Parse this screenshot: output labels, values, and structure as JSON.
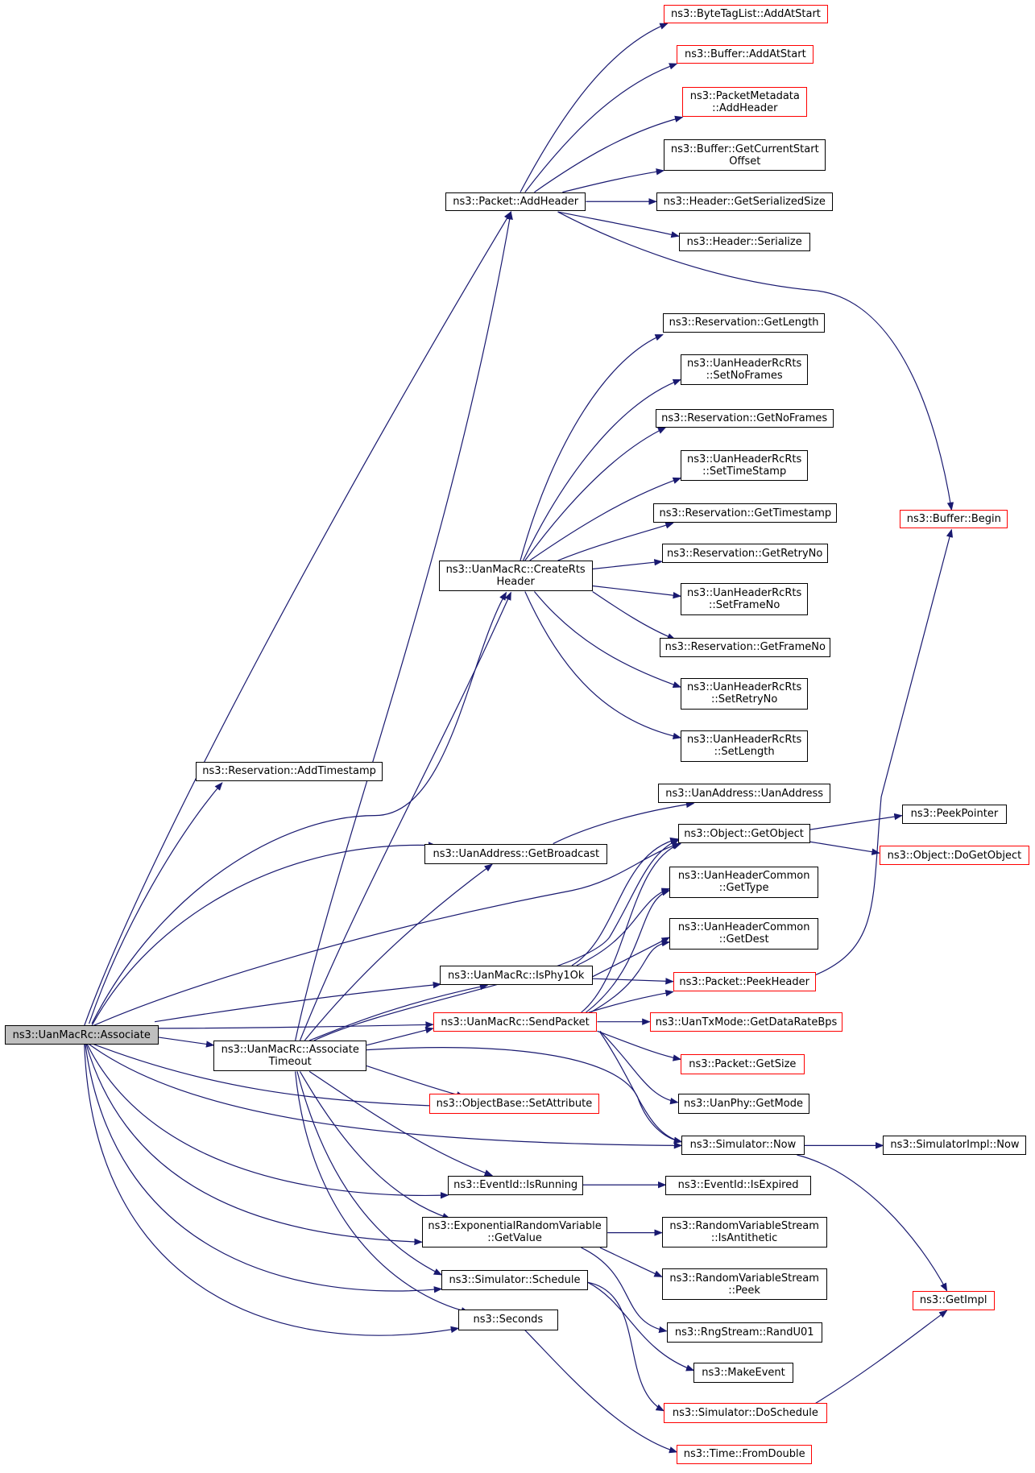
{
  "colors": {
    "edge": "#191970",
    "border": "#000000",
    "red_border": "#ff0000",
    "root_fill": "#bfbfbf"
  },
  "nodes": [
    {
      "id": "root",
      "label": "ns3::UanMacRc::Associate",
      "red": false,
      "root": true
    },
    {
      "id": "addheader",
      "label": "ns3::Packet::AddHeader",
      "red": false
    },
    {
      "id": "btl",
      "label": "ns3::ByteTagList::AddAtStart",
      "red": true
    },
    {
      "id": "bufadd",
      "label": "ns3::Buffer::AddAtStart",
      "red": true
    },
    {
      "id": "pmeta",
      "label": "ns3::PacketMetadata\n::AddHeader",
      "red": true
    },
    {
      "id": "bufcur",
      "label": "ns3::Buffer::GetCurrentStart\nOffset",
      "red": false
    },
    {
      "id": "hgs",
      "label": "ns3::Header::GetSerializedSize",
      "red": false
    },
    {
      "id": "hser",
      "label": "ns3::Header::Serialize",
      "red": false
    },
    {
      "id": "bufbegin",
      "label": "ns3::Buffer::Begin",
      "red": true
    },
    {
      "id": "resglen",
      "label": "ns3::Reservation::GetLength",
      "red": false
    },
    {
      "id": "snf",
      "label": "ns3::UanHeaderRcRts\n::SetNoFrames",
      "red": false
    },
    {
      "id": "gnf",
      "label": "ns3::Reservation::GetNoFrames",
      "red": false
    },
    {
      "id": "sts",
      "label": "ns3::UanHeaderRcRts\n::SetTimeStamp",
      "red": false
    },
    {
      "id": "gts",
      "label": "ns3::Reservation::GetTimestamp",
      "red": false
    },
    {
      "id": "crts",
      "label": "ns3::UanMacRc::CreateRts\nHeader",
      "red": false
    },
    {
      "id": "grn",
      "label": "ns3::Reservation::GetRetryNo",
      "red": false
    },
    {
      "id": "sfn",
      "label": "ns3::UanHeaderRcRts\n::SetFrameNo",
      "red": false
    },
    {
      "id": "gfn",
      "label": "ns3::Reservation::GetFrameNo",
      "red": false
    },
    {
      "id": "srn",
      "label": "ns3::UanHeaderRcRts\n::SetRetryNo",
      "red": false
    },
    {
      "id": "sl",
      "label": "ns3::UanHeaderRcRts\n::SetLength",
      "red": false
    },
    {
      "id": "addts",
      "label": "ns3::Reservation::AddTimestamp",
      "red": false
    },
    {
      "id": "uaddr",
      "label": "ns3::UanAddress::UanAddress",
      "red": false
    },
    {
      "id": "getobj",
      "label": "ns3::Object::GetObject",
      "red": false
    },
    {
      "id": "peekptr",
      "label": "ns3::PeekPointer",
      "red": false
    },
    {
      "id": "dogetobj",
      "label": "ns3::Object::DoGetObject",
      "red": true
    },
    {
      "id": "getbc",
      "label": "ns3::UanAddress::GetBroadcast",
      "red": false
    },
    {
      "id": "gettype",
      "label": "ns3::UanHeaderCommon\n::GetType",
      "red": false
    },
    {
      "id": "getdest",
      "label": "ns3::UanHeaderCommon\n::GetDest",
      "red": false
    },
    {
      "id": "isphy",
      "label": "ns3::UanMacRc::IsPhy1Ok",
      "red": false
    },
    {
      "id": "peekhdr",
      "label": "ns3::Packet::PeekHeader",
      "red": true
    },
    {
      "id": "sendpkt",
      "label": "ns3::UanMacRc::SendPacket",
      "red": true
    },
    {
      "id": "txrate",
      "label": "ns3::UanTxMode::GetDataRateBps",
      "red": true
    },
    {
      "id": "assoc_to",
      "label": "ns3::UanMacRc::Associate\nTimeout",
      "red": false
    },
    {
      "id": "getsize",
      "label": "ns3::Packet::GetSize",
      "red": true
    },
    {
      "id": "setattr",
      "label": "ns3::ObjectBase::SetAttribute",
      "red": true
    },
    {
      "id": "getmode",
      "label": "ns3::UanPhy::GetMode",
      "red": false
    },
    {
      "id": "now",
      "label": "ns3::Simulator::Now",
      "red": false
    },
    {
      "id": "implnow",
      "label": "ns3::SimulatorImpl::Now",
      "red": false
    },
    {
      "id": "isrun",
      "label": "ns3::EventId::IsRunning",
      "red": false
    },
    {
      "id": "isexp",
      "label": "ns3::EventId::IsExpired",
      "red": false
    },
    {
      "id": "expval",
      "label": "ns3::ExponentialRandomVariable\n::GetValue",
      "red": false
    },
    {
      "id": "isanti",
      "label": "ns3::RandomVariableStream\n::IsAntithetic",
      "red": false
    },
    {
      "id": "rvpeek",
      "label": "ns3::RandomVariableStream\n::Peek",
      "red": false
    },
    {
      "id": "getimpl",
      "label": "ns3::GetImpl",
      "red": true
    },
    {
      "id": "sched",
      "label": "ns3::Simulator::Schedule",
      "red": false
    },
    {
      "id": "randu",
      "label": "ns3::RngStream::RandU01",
      "red": false
    },
    {
      "id": "seconds",
      "label": "ns3::Seconds",
      "red": false
    },
    {
      "id": "mkevt",
      "label": "ns3::MakeEvent",
      "red": false
    },
    {
      "id": "dosched",
      "label": "ns3::Simulator::DoSchedule",
      "red": true
    },
    {
      "id": "fromdbl",
      "label": "ns3::Time::FromDouble",
      "red": true
    }
  ]
}
